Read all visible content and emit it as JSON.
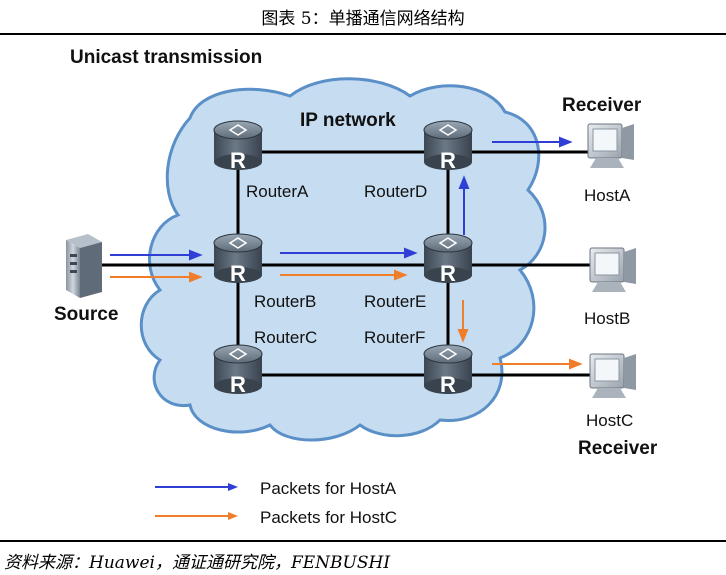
{
  "figure_title": "图表 5：单播通信网络结构",
  "diagram": {
    "heading": "Unicast transmission",
    "cloud_label": "IP network",
    "routers": {
      "a": "RouterA",
      "b": "RouterB",
      "c": "RouterC",
      "d": "RouterD",
      "e": "RouterE",
      "f": "RouterF"
    },
    "router_glyph": "R",
    "source_label": "Source",
    "hosts": {
      "a": "HostA",
      "b": "HostB",
      "c": "HostC"
    },
    "receiver_top": "Receiver",
    "receiver_bottom": "Receiver",
    "legend": [
      {
        "label": "Packets for HostA",
        "color": "#2f3fd6"
      },
      {
        "label": "Packets for HostC",
        "color": "#f07d2a"
      }
    ],
    "colors": {
      "cloud_fill": "#c6dcf0",
      "cloud_stroke": "#5a8fc7",
      "router_body": "#4d5a68",
      "link": "#000000"
    }
  },
  "source_note": "资料来源：Huawei，通证通研究院，FENBUSHI"
}
